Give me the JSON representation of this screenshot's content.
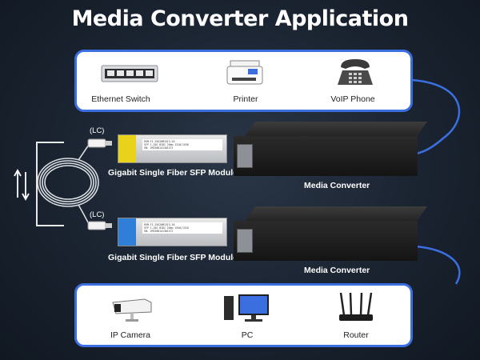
{
  "title": "Media Converter Application",
  "top_devices": [
    {
      "label": "Ethernet Switch",
      "icon": "ethernet-switch-icon"
    },
    {
      "label": "Printer",
      "icon": "printer-icon"
    },
    {
      "label": "VoIP Phone",
      "icon": "voip-phone-icon"
    }
  ],
  "bottom_devices": [
    {
      "label": "IP Camera",
      "icon": "ip-camera-icon"
    },
    {
      "label": "PC",
      "icon": "pc-icon"
    },
    {
      "label": "Router",
      "icon": "router-icon"
    }
  ],
  "sfp_label": "Gigabit Single Fiber SFP Modules",
  "converter_label": "Media Converter",
  "connector_label": "(LC)",
  "sfp_module_text_top": [
    "EKM-F1.25G20M1513-20",
    "SFP 1.25G BIDI 20km 1310/1550",
    "SN: 2M23081413011T2"
  ],
  "sfp_module_text_bottom": [
    "EKM-F1.25G20M1315-20",
    "SFP 1.25G BIDI 20km 1550/1310",
    "SN: 2M23081413011T2"
  ],
  "colors": {
    "panel_border": "#3b6fe0",
    "cable": "#3b6fe0",
    "sfp_top_accent": "#e8d21a",
    "sfp_bottom_accent": "#2f7fd8",
    "background": "#1a2330"
  }
}
